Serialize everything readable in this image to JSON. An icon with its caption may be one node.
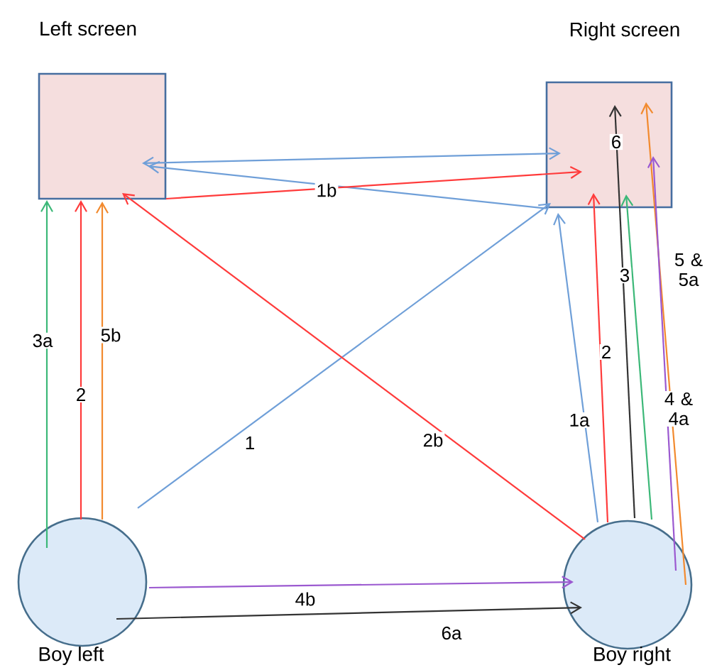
{
  "diagram": {
    "nodes": [
      {
        "text": [
          "Left screen"
        ]
      },
      {
        "text": [
          "Right screen"
        ]
      },
      {
        "text": [
          "Boy left"
        ]
      },
      {
        "text": [
          "Boy right"
        ]
      }
    ],
    "edges": [
      {
        "from": 2,
        "to": 0,
        "arrow": "to",
        "label": "3a",
        "color": "#3cb878"
      },
      {
        "from": 2,
        "to": 0,
        "arrow": "to",
        "label": "2",
        "color": "#ff3b3b"
      },
      {
        "from": 2,
        "to": 0,
        "arrow": "to",
        "label": "5b",
        "color": "#f28a2e"
      },
      {
        "from": 2,
        "to": 1,
        "arrow": "to",
        "label": "1",
        "color": "#6f9fd8"
      },
      {
        "from": 3,
        "to": 0,
        "arrow": "to",
        "label": "2b",
        "color": "#ff3b3b"
      },
      {
        "from": 0,
        "to": 1,
        "arrow": "both",
        "color": "#6f9fd8"
      },
      {
        "from": 1,
        "to": 0,
        "arrow": "to",
        "color": "#6f9fd8"
      },
      {
        "from": 0,
        "to": 1,
        "arrow": "to",
        "label": "1b",
        "color": "#ff3b3b"
      },
      {
        "from": 3,
        "to": 1,
        "arrow": "to",
        "label": "1a",
        "color": "#6f9fd8"
      },
      {
        "from": 3,
        "to": 1,
        "arrow": "to",
        "label": "2",
        "color": "#ff3b3b"
      },
      {
        "from": 3,
        "to": 1,
        "arrow": "to",
        "label": "3",
        "color": "#3cb878"
      },
      {
        "from": 3,
        "to": 1,
        "arrow": "to",
        "label": "6",
        "color": "#333333"
      },
      {
        "from": 3,
        "to": 1,
        "arrow": "to",
        "label": "5 & 5a",
        "color": "#f28a2e"
      },
      {
        "from": 3,
        "to": 1,
        "arrow": "to",
        "label": "4 & 4a",
        "color": "#9b59d0"
      },
      {
        "from": 2,
        "to": 3,
        "arrow": "to",
        "label": "4b",
        "color": "#9b59d0"
      },
      {
        "from": 2,
        "to": 3,
        "arrow": "to",
        "label": "6a",
        "color": "#333333"
      }
    ]
  }
}
